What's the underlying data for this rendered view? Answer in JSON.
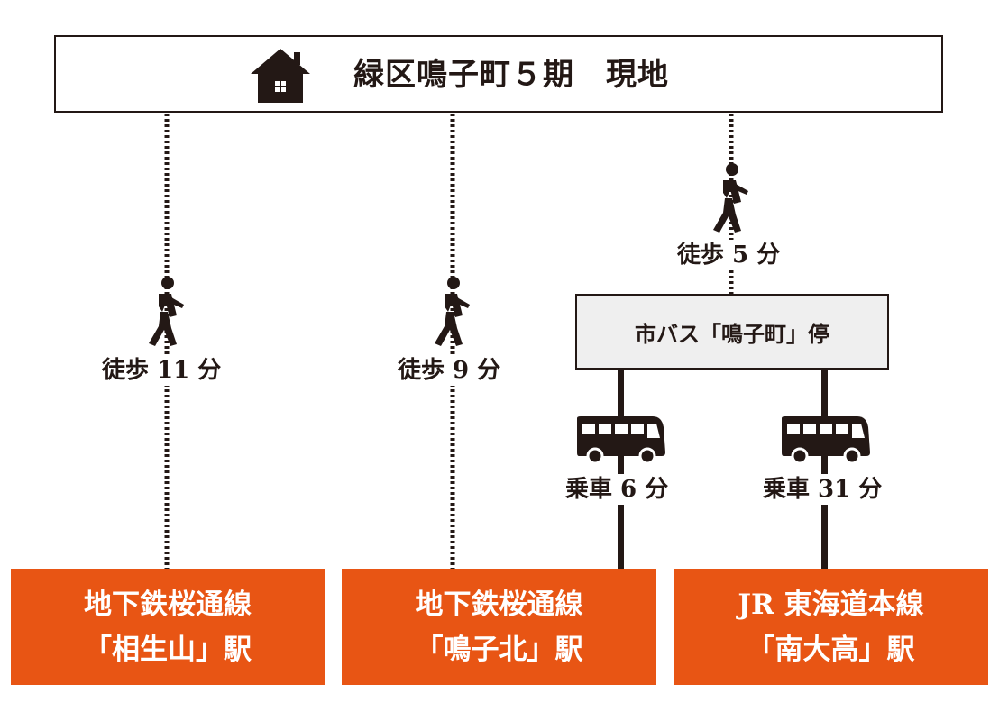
{
  "header": {
    "title": "緑区鳴子町５期　現地",
    "icon": "house-icon"
  },
  "colors": {
    "station_bg": "#e85514",
    "line": "#231815",
    "busstop_bg": "#efefef"
  },
  "routes": {
    "walk_11": {
      "label": "徒歩 11 分",
      "mode": "walk"
    },
    "walk_9": {
      "label": "徒歩 9 分",
      "mode": "walk"
    },
    "walk_5": {
      "label": "徒歩 5 分",
      "mode": "walk"
    },
    "bus_6": {
      "label": "乗車 6 分",
      "mode": "bus"
    },
    "bus_31": {
      "label": "乗車 31 分",
      "mode": "bus"
    }
  },
  "bus_stop": {
    "label": "市バス「鳴子町」停"
  },
  "stations": [
    {
      "line": "地下鉄桜通線",
      "name": "「相生山」駅"
    },
    {
      "line": "地下鉄桜通線",
      "name": "「鳴子北」駅"
    },
    {
      "line": "JR 東海道本線",
      "name": "「南大高」駅"
    }
  ]
}
